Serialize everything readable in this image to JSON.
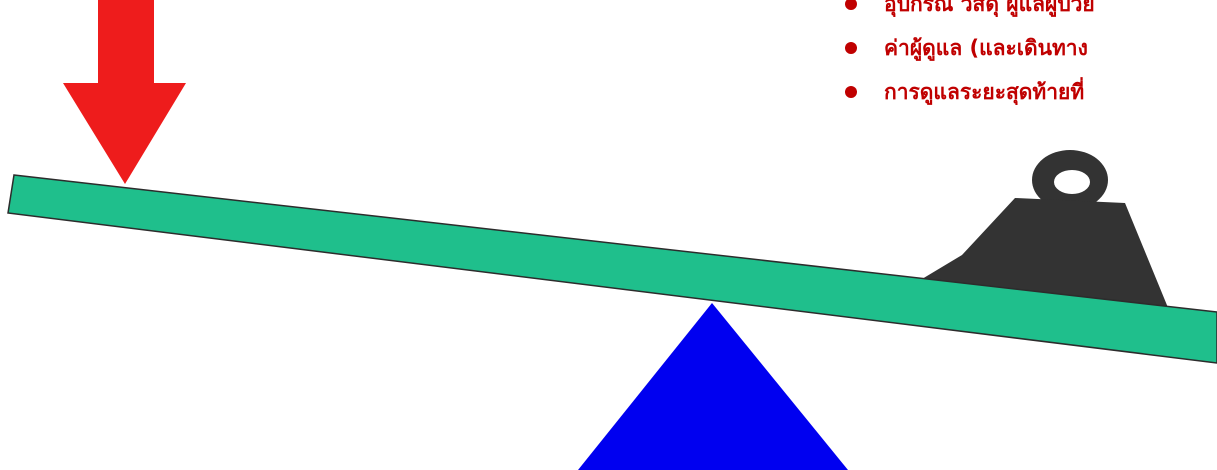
{
  "colors": {
    "beam": "#1fbf8c",
    "fulcrum": "#0000f0",
    "weight": "#333333",
    "arrow": "#ee1c1c",
    "text": "#c00000"
  },
  "bullets": [
    "อุปกรณ์ วัสดุ ผู้แลผู้ป่วย",
    "ค่าผู้ดูแล (และเดินทาง",
    "การดูแลระยะสุดท้ายที่"
  ],
  "icons": [
    "down-arrow-icon",
    "weight-icon",
    "triangle-fulcrum-icon",
    "bullet-dot-icon"
  ]
}
